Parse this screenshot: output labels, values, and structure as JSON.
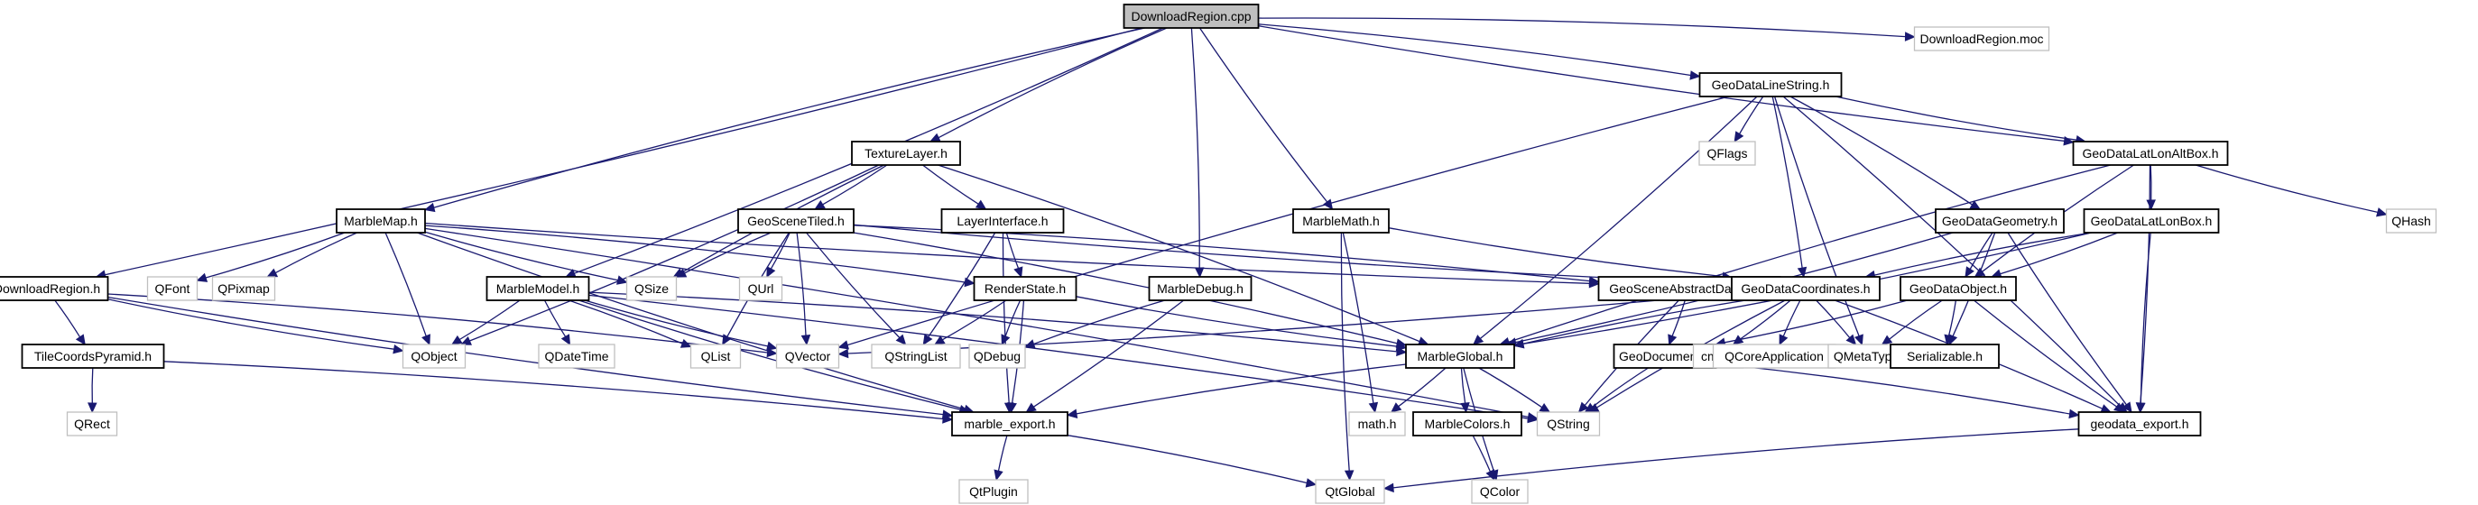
{
  "title": "DownloadRegion.cpp include dependency graph",
  "colors": {
    "edge": "#191970",
    "root_fill": "#bfbfbf",
    "internal_border": "#000000",
    "external_border": "#bfbfbf"
  },
  "nodes": [
    {
      "id": "root",
      "label": "DownloadRegion.cpp",
      "kind": "root"
    },
    {
      "id": "moc",
      "label": "DownloadRegion.moc",
      "kind": "external"
    },
    {
      "id": "linestring",
      "label": "GeoDataLineString.h",
      "kind": "internal"
    },
    {
      "id": "texturelayer",
      "label": "TextureLayer.h",
      "kind": "internal"
    },
    {
      "id": "qflags",
      "label": "QFlags",
      "kind": "external"
    },
    {
      "id": "latlonalt",
      "label": "GeoDataLatLonAltBox.h",
      "kind": "internal"
    },
    {
      "id": "marblemap",
      "label": "MarbleMap.h",
      "kind": "internal"
    },
    {
      "id": "scenetiled",
      "label": "GeoSceneTiled.h",
      "kind": "internal"
    },
    {
      "id": "layeriface",
      "label": "LayerInterface.h",
      "kind": "internal"
    },
    {
      "id": "marblemath",
      "label": "MarbleMath.h",
      "kind": "internal"
    },
    {
      "id": "geometry",
      "label": "GeoDataGeometry.h",
      "kind": "internal"
    },
    {
      "id": "latlon",
      "label": "GeoDataLatLonBox.h",
      "kind": "internal"
    },
    {
      "id": "qhash",
      "label": "QHash",
      "kind": "external"
    },
    {
      "id": "dlregionh",
      "label": "DownloadRegion.h",
      "kind": "internal"
    },
    {
      "id": "qfont",
      "label": "QFont",
      "kind": "external"
    },
    {
      "id": "qpixmap",
      "label": "QPixmap",
      "kind": "external"
    },
    {
      "id": "marblemodel",
      "label": "MarbleModel.h",
      "kind": "internal"
    },
    {
      "id": "qsize",
      "label": "QSize",
      "kind": "external"
    },
    {
      "id": "qurl",
      "label": "QUrl",
      "kind": "external"
    },
    {
      "id": "renderstate",
      "label": "RenderState.h",
      "kind": "internal"
    },
    {
      "id": "marbledebug",
      "label": "MarbleDebug.h",
      "kind": "internal"
    },
    {
      "id": "abstractds",
      "label": "GeoSceneAbstractDataset.h",
      "kind": "internal"
    },
    {
      "id": "coords",
      "label": "GeoDataCoordinates.h",
      "kind": "internal"
    },
    {
      "id": "object",
      "label": "GeoDataObject.h",
      "kind": "internal"
    },
    {
      "id": "tilecoords",
      "label": "TileCoordsPyramid.h",
      "kind": "internal"
    },
    {
      "id": "qobject",
      "label": "QObject",
      "kind": "external"
    },
    {
      "id": "qdatetime",
      "label": "QDateTime",
      "kind": "external"
    },
    {
      "id": "qlist",
      "label": "QList",
      "kind": "external"
    },
    {
      "id": "qvector",
      "label": "QVector",
      "kind": "external"
    },
    {
      "id": "qstringlist",
      "label": "QStringList",
      "kind": "external"
    },
    {
      "id": "qdebug",
      "label": "QDebug",
      "kind": "external"
    },
    {
      "id": "marbleglobal",
      "label": "MarbleGlobal.h",
      "kind": "internal"
    },
    {
      "id": "geodocument",
      "label": "GeoDocument.h",
      "kind": "internal"
    },
    {
      "id": "cmath",
      "label": "cmath",
      "kind": "external"
    },
    {
      "id": "qcoreapp",
      "label": "QCoreApplication",
      "kind": "external"
    },
    {
      "id": "qmetatype",
      "label": "QMetaType",
      "kind": "external"
    },
    {
      "id": "serializable",
      "label": "Serializable.h",
      "kind": "internal"
    },
    {
      "id": "qrect",
      "label": "QRect",
      "kind": "external"
    },
    {
      "id": "marbleexport",
      "label": "marble_export.h",
      "kind": "internal"
    },
    {
      "id": "mathh",
      "label": "math.h",
      "kind": "external"
    },
    {
      "id": "marblecolors",
      "label": "MarbleColors.h",
      "kind": "internal"
    },
    {
      "id": "qstring",
      "label": "QString",
      "kind": "external"
    },
    {
      "id": "geodataexport",
      "label": "geodata_export.h",
      "kind": "internal"
    },
    {
      "id": "qtplugin",
      "label": "QtPlugin",
      "kind": "external"
    },
    {
      "id": "qtglobal",
      "label": "QtGlobal",
      "kind": "external"
    },
    {
      "id": "qcolor",
      "label": "QColor",
      "kind": "external"
    }
  ],
  "edges": [
    [
      "root",
      "dlregionh"
    ],
    [
      "root",
      "marblemap"
    ],
    [
      "root",
      "marblemodel"
    ],
    [
      "root",
      "texturelayer"
    ],
    [
      "root",
      "marbledebug"
    ],
    [
      "root",
      "marblemath"
    ],
    [
      "root",
      "linestring"
    ],
    [
      "root",
      "latlonalt"
    ],
    [
      "root",
      "moc"
    ],
    [
      "linestring",
      "qvector"
    ],
    [
      "linestring",
      "marbleglobal"
    ],
    [
      "linestring",
      "qflags"
    ],
    [
      "linestring",
      "coords"
    ],
    [
      "linestring",
      "qmetatype"
    ],
    [
      "linestring",
      "geometry"
    ],
    [
      "linestring",
      "latlonalt"
    ],
    [
      "linestring",
      "geodataexport"
    ],
    [
      "latlonalt",
      "marbleglobal"
    ],
    [
      "latlonalt",
      "latlon"
    ],
    [
      "latlonalt",
      "object"
    ],
    [
      "latlonalt",
      "geodataexport"
    ],
    [
      "latlonalt",
      "qhash"
    ],
    [
      "latlon",
      "marbleglobal"
    ],
    [
      "latlon",
      "coords"
    ],
    [
      "latlon",
      "object"
    ],
    [
      "latlon",
      "geodataexport"
    ],
    [
      "geometry",
      "marbleglobal"
    ],
    [
      "geometry",
      "object"
    ],
    [
      "geometry",
      "serializable"
    ],
    [
      "geometry",
      "geodataexport"
    ],
    [
      "object",
      "geodocument"
    ],
    [
      "object",
      "qmetatype"
    ],
    [
      "object",
      "serializable"
    ],
    [
      "object",
      "geodataexport"
    ],
    [
      "texturelayer",
      "qobject"
    ],
    [
      "texturelayer",
      "qsize"
    ],
    [
      "texturelayer",
      "scenetiled"
    ],
    [
      "texturelayer",
      "layeriface"
    ],
    [
      "texturelayer",
      "marbleglobal"
    ],
    [
      "scenetiled",
      "qsize"
    ],
    [
      "scenetiled",
      "qurl"
    ],
    [
      "scenetiled",
      "qlist"
    ],
    [
      "scenetiled",
      "qvector"
    ],
    [
      "scenetiled",
      "qstringlist"
    ],
    [
      "scenetiled",
      "abstractds"
    ],
    [
      "scenetiled",
      "coords"
    ],
    [
      "scenetiled",
      "marbleglobal"
    ],
    [
      "layeriface",
      "renderstate"
    ],
    [
      "layeriface",
      "qstringlist"
    ],
    [
      "layeriface",
      "marbleexport"
    ],
    [
      "renderstate",
      "qstringlist"
    ],
    [
      "renderstate",
      "qdebug"
    ],
    [
      "renderstate",
      "marbleexport"
    ],
    [
      "renderstate",
      "marbleglobal"
    ],
    [
      "marblemap",
      "qfont"
    ],
    [
      "marblemap",
      "qpixmap"
    ],
    [
      "marblemap",
      "qobject"
    ],
    [
      "marblemap",
      "qsize"
    ],
    [
      "marblemap",
      "renderstate"
    ],
    [
      "marblemap",
      "marbleexport"
    ],
    [
      "marblemap",
      "qstring"
    ],
    [
      "marblemap",
      "abstractds"
    ],
    [
      "marblemodel",
      "qobject"
    ],
    [
      "marblemodel",
      "qdatetime"
    ],
    [
      "marblemodel",
      "qlist"
    ],
    [
      "marblemodel",
      "qvector"
    ],
    [
      "marblemodel",
      "marbleglobal"
    ],
    [
      "marblemodel",
      "marbleexport"
    ],
    [
      "marblemodel",
      "qstring"
    ],
    [
      "dlregionh",
      "qobject"
    ],
    [
      "dlregionh",
      "tilecoords"
    ],
    [
      "dlregionh",
      "marbleexport"
    ],
    [
      "dlregionh",
      "qvector"
    ],
    [
      "tilecoords",
      "qrect"
    ],
    [
      "tilecoords",
      "marbleexport"
    ],
    [
      "marbledebug",
      "qdebug"
    ],
    [
      "marbledebug",
      "marbleexport"
    ],
    [
      "marblemath",
      "coords"
    ],
    [
      "marblemath",
      "mathh"
    ],
    [
      "marblemath",
      "qtglobal"
    ],
    [
      "abstractds",
      "geodocument"
    ],
    [
      "abstractds",
      "qstring"
    ],
    [
      "coords",
      "qvector"
    ],
    [
      "coords",
      "marbleglobal"
    ],
    [
      "coords",
      "cmath"
    ],
    [
      "coords",
      "qcoreapp"
    ],
    [
      "coords",
      "qmetatype"
    ],
    [
      "coords",
      "qstring"
    ],
    [
      "coords",
      "geodataexport"
    ],
    [
      "geodocument",
      "qstring"
    ],
    [
      "geodocument",
      "geodataexport"
    ],
    [
      "marbleglobal",
      "marbleexport"
    ],
    [
      "marbleglobal",
      "mathh"
    ],
    [
      "marbleglobal",
      "marblecolors"
    ],
    [
      "marbleglobal",
      "qstring"
    ],
    [
      "marbleglobal",
      "qcolor"
    ],
    [
      "marblecolors",
      "qcolor"
    ],
    [
      "marbleexport",
      "qtplugin"
    ],
    [
      "marbleexport",
      "qtglobal"
    ],
    [
      "geodataexport",
      "qtglobal"
    ]
  ]
}
